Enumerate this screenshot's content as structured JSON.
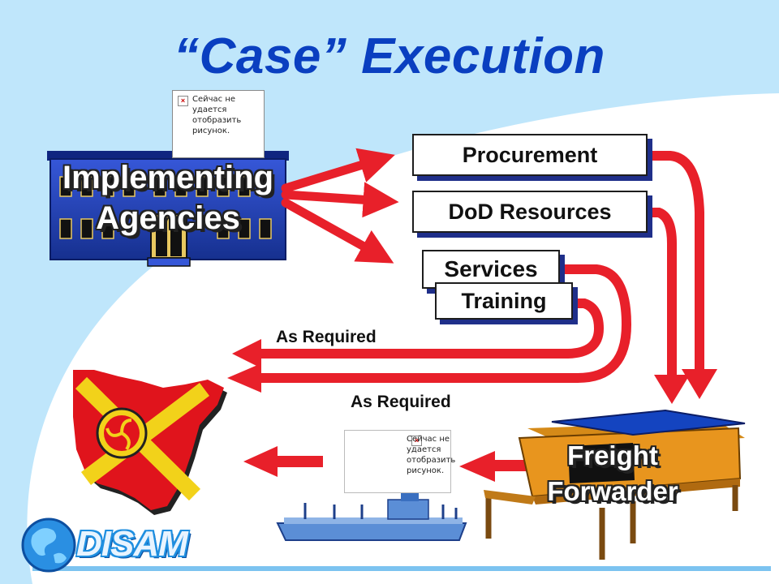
{
  "title": "“Case” Execution",
  "nodes": {
    "implementing_agencies": [
      "Implementing",
      "Agencies"
    ],
    "procurement": "Procurement",
    "dod_resources": "DoD Resources",
    "services": "Services",
    "training": "Training",
    "freight_forwarder": [
      "Freight",
      "Forwarder"
    ]
  },
  "labels": {
    "as_required_1": "As Required",
    "as_required_2": "As Required"
  },
  "placeholder_images": {
    "top": [
      "Сейчас не",
      "удается",
      "отобразить",
      "рисунок."
    ],
    "bottom": [
      "Сейчас не",
      "удается",
      "отобразить",
      "рисунок."
    ]
  },
  "logo": "DISAM",
  "colors": {
    "title": "#0a3fc0",
    "arrow": "#e8202a",
    "background": "#bfe6fb",
    "building": "#1a3ab8"
  }
}
